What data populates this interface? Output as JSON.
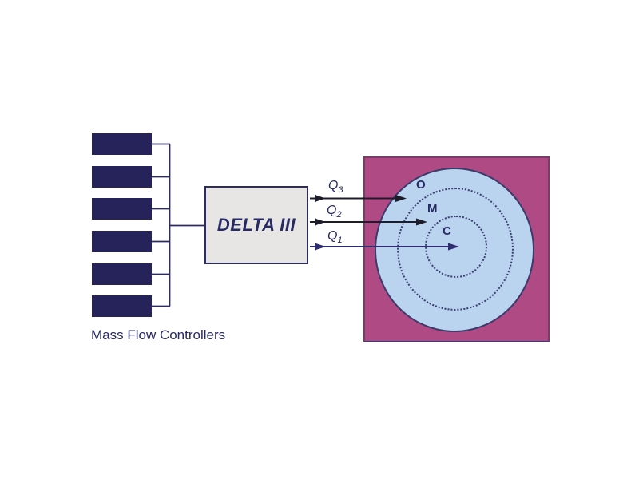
{
  "diagram": {
    "mfc_label": "Mass Flow Controllers",
    "mfc_unit_count": 6,
    "controller_label": "DELTA III",
    "flow_labels": [
      {
        "base": "Q",
        "sub": "3"
      },
      {
        "base": "Q",
        "sub": "2"
      },
      {
        "base": "Q",
        "sub": "1"
      }
    ],
    "zone_labels": [
      {
        "label": "O"
      },
      {
        "label": "M"
      },
      {
        "label": "C"
      }
    ]
  },
  "colors": {
    "navy": "#26235a",
    "line-navy": "#2c2b63",
    "arrow-dark": "#1c1c2a",
    "arrow-navy": "#2d2c6e",
    "magenta": "#b04a84",
    "light-blue": "#bad3ee",
    "circle-border": "#3c3a6a",
    "dotted": "#3a3f73",
    "box-fill": "#e7e6e4",
    "text-navy": "#272a63"
  }
}
